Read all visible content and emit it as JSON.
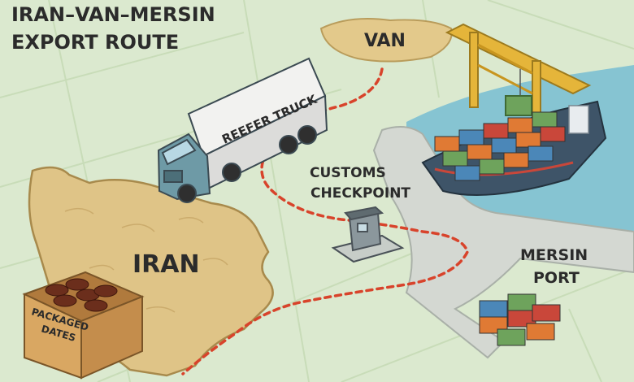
{
  "title": {
    "line1": "IRAN–VAN–MERSIN",
    "line2": "EXPORT ROUTE"
  },
  "places": {
    "van": "VAN",
    "iran": "IRAN",
    "customs_line1": "CUSTOMS",
    "customs_line2": "CHECKPOINT",
    "mersin_line1": "MERSIN",
    "mersin_line2": "PORT"
  },
  "truck": {
    "label": "REEFER TRUCK"
  },
  "box": {
    "line1": "PACKAGED",
    "line2": "DATES"
  },
  "colors": {
    "background": "#dbe9cf",
    "land": "#e3c98b",
    "water": "#86c4d2",
    "route": "#d8432b",
    "crane": "#e5b53a",
    "truck_cab": "#6e9aa6",
    "container_orange": "#e07a34",
    "container_blue": "#4b87b8",
    "container_green": "#6ea35c",
    "container_red": "#c9473a"
  },
  "icons": [
    "truck-icon",
    "crane-icon",
    "ship-icon",
    "checkpoint-booth-icon",
    "dates-box-icon",
    "container-stack-icon"
  ]
}
